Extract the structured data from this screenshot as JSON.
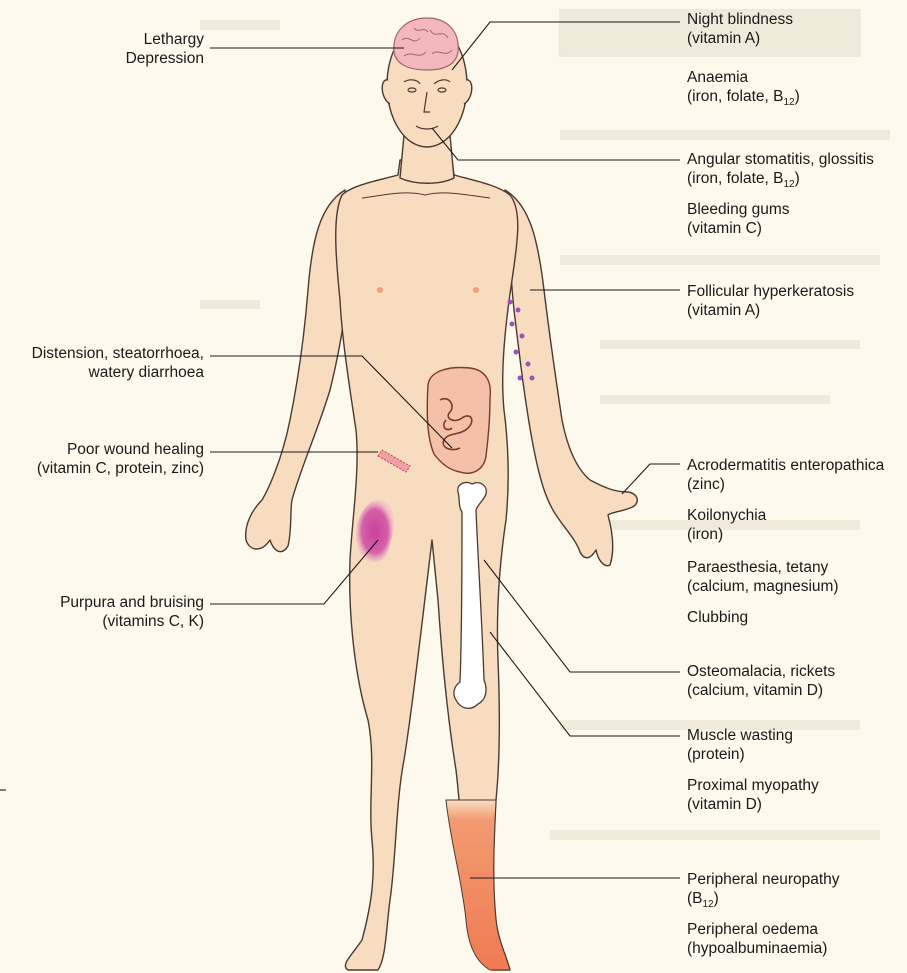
{
  "labels": {
    "lethargy": [
      "Lethargy",
      "Depression"
    ],
    "distension": [
      "Distension, steatorrhoea,",
      "watery diarrhoea"
    ],
    "wound": [
      "Poor wound healing",
      "(vitamin C, protein, zinc)"
    ],
    "purpura": [
      "Purpura and bruising",
      "(vitamins C, K)"
    ],
    "night": [
      "Night blindness",
      "(vitamin A)"
    ],
    "anaemia": {
      "line1": "Anaemia",
      "line2": "(iron, folate, B",
      "sub": "12",
      "close": ")"
    },
    "angular": {
      "line1": "Angular stomatitis, glossitis",
      "line2": "(iron, folate, B",
      "sub": "12",
      "close": ")"
    },
    "gums": [
      "Bleeding gums",
      "(vitamin C)"
    ],
    "follicular": [
      "Follicular hyperkeratosis",
      "(vitamin A)"
    ],
    "acro": [
      "Acrodermatitis enteropathica",
      "(zinc)"
    ],
    "koil": [
      "Koilonychia",
      "(iron)"
    ],
    "paraes": [
      "Paraesthesia, tetany",
      "(calcium, magnesium)"
    ],
    "clubbing": "Clubbing",
    "osteo": [
      "Osteomalacia, rickets",
      "(calcium, vitamin D)"
    ],
    "muscle": [
      "Muscle wasting",
      "(protein)"
    ],
    "myopathy": [
      "Proximal myopathy",
      "(vitamin D)"
    ],
    "neuro": {
      "line1": "Peripheral neuropathy",
      "open": "(B",
      "sub": "12",
      "close": ")"
    },
    "oedema": [
      "Peripheral oedema",
      "(hypoalbuminaemia)"
    ]
  },
  "colors": {
    "skin": "#f8dcc0",
    "outline": "#4a3a30",
    "brain": "#f2b8bc",
    "purpura": "#c8409a",
    "oedema": "#f07a52",
    "bone": "#ffffff"
  },
  "icons": [
    "human-figure",
    "brain-icon",
    "bone-icon",
    "intestine-icon"
  ]
}
